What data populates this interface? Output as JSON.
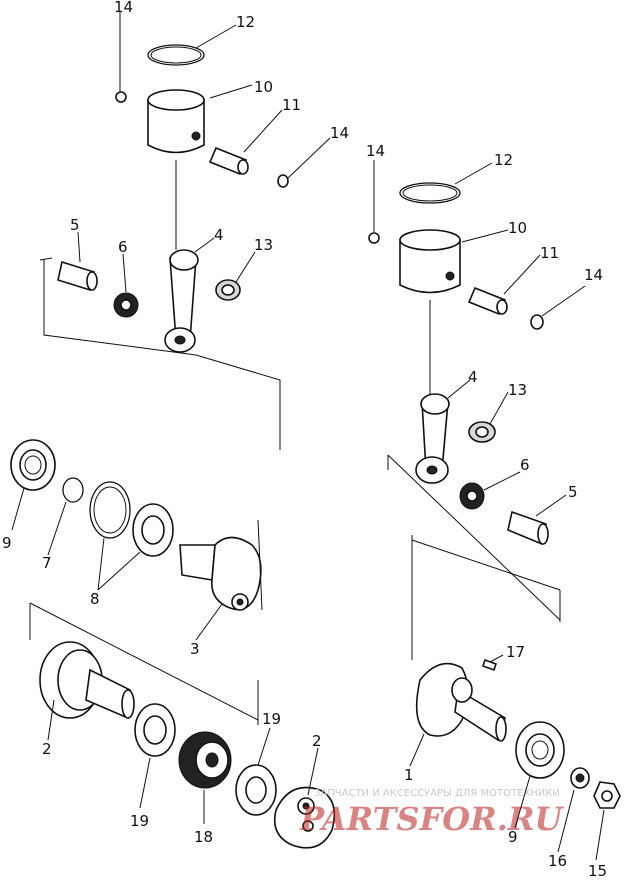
{
  "callouts": {
    "left_top_ring_lock": "14",
    "left_piston_ring": "12",
    "left_piston": "10",
    "left_piston_pin": "11",
    "left_pin_lock": "14",
    "left_crank_pin": "5",
    "left_bearing_small": "6",
    "left_conrod": "4",
    "left_needle_bearing": "13",
    "left_main_bearing": "9",
    "left_snap_ring": "7",
    "left_rings": "8",
    "left_crank_web": "3",
    "bottom_crank_half": "2",
    "bottom_bearing_a": "19",
    "bottom_bearing_b": "19",
    "bottom_gear": "18",
    "bottom_web": "2",
    "right_ring_lock": "14",
    "right_piston_ring": "12",
    "right_piston": "10",
    "right_piston_pin": "11",
    "right_pin_lock": "14",
    "right_conrod": "4",
    "right_needle_bearing": "13",
    "right_bearing_small": "6",
    "right_crank_pin": "5",
    "right_key": "17",
    "right_crank_half": "1",
    "right_main_bearing": "9",
    "right_seal": "16",
    "right_nut": "15"
  },
  "watermark": {
    "caption": "ЗАПЧАСТИ И АКСЕССУАРЫ ДЛЯ МОТОТЕХНИКИ",
    "brand": "PARTSFOR.RU"
  }
}
